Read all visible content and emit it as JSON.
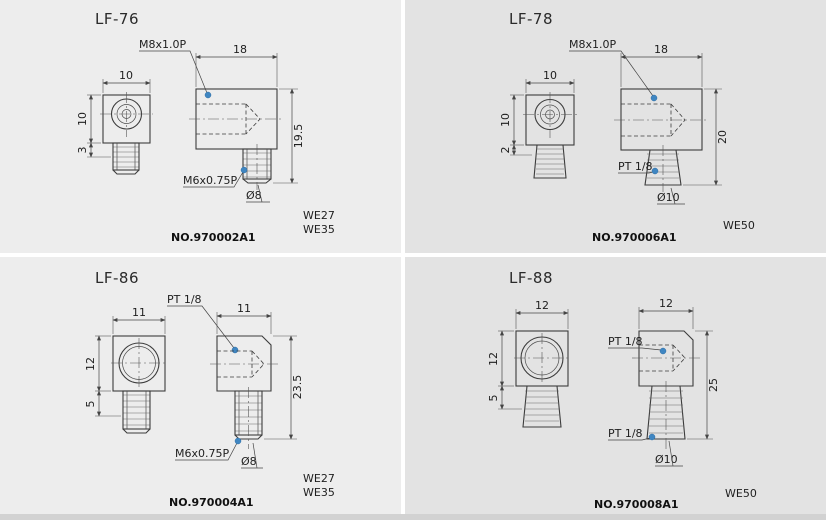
{
  "colors": {
    "panel_left_bg": "#ededed",
    "panel_right_bg": "#e3e3e3",
    "bottom_bar": "#d2d2d2",
    "line": "#3c3c3c",
    "leader_dot": "#3f86c2"
  },
  "panels": [
    {
      "model": "LF-76",
      "part_no": "NO.970002A1",
      "wrench_sizes": [
        "WE27",
        "WE35"
      ],
      "callouts": {
        "top": "M8x1.0P",
        "bottom": "M6x0.75P",
        "diameter": "Ø8"
      },
      "dims": {
        "front_width": "10",
        "side_width": "18",
        "body_height": "10",
        "neck_height": "3",
        "overall_height": "19.5"
      }
    },
    {
      "model": "LF-78",
      "part_no": "NO.970006A1",
      "wrench_sizes": [
        "WE50"
      ],
      "callouts": {
        "top": "M8x1.0P",
        "bottom": "PT 1/8",
        "diameter": "Ø10"
      },
      "dims": {
        "front_width": "10",
        "side_width": "18",
        "body_height": "10",
        "neck_height": "2",
        "overall_height": "20"
      }
    },
    {
      "model": "LF-86",
      "part_no": "NO.970004A1",
      "wrench_sizes": [
        "WE27",
        "WE35"
      ],
      "callouts": {
        "top": "PT 1/8",
        "bottom": "M6x0.75P",
        "diameter": "Ø8"
      },
      "dims": {
        "front_width": "11",
        "side_width": "11",
        "body_height": "12",
        "neck_height": "5",
        "overall_height": "23.5"
      }
    },
    {
      "model": "LF-88",
      "part_no": "NO.970008A1",
      "wrench_sizes": [
        "WE50"
      ],
      "callouts": {
        "top": "PT 1/8",
        "bottom": "PT 1/8",
        "diameter": "Ø10"
      },
      "dims": {
        "front_width": "12",
        "side_width": "12",
        "body_height": "12",
        "neck_height": "5",
        "overall_height": "25"
      }
    }
  ]
}
